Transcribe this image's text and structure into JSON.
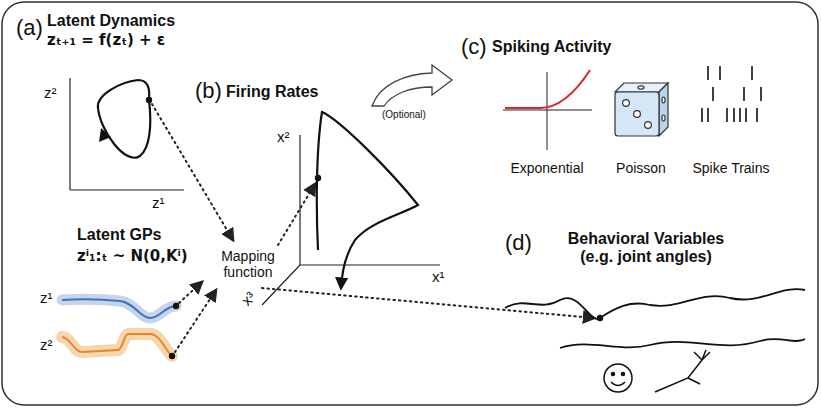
{
  "diagram": {
    "labels": [
      "(a)",
      "Latent Dynamics",
      "zₜ₊₁ = f(zₜ) + ε",
      "z²",
      "z¹",
      "Latent GPs",
      "zⁱ₁:ₜ ~ N(0,Kⁱ)",
      "z¹",
      "z²",
      "Mapping function",
      "(b)",
      "Firing Rates",
      "x²",
      "x³",
      "x¹",
      "(Optional)",
      "(c)",
      "Spiking Activity",
      "Exponential",
      "Poisson",
      "Spike Trains",
      "(d)",
      "Behavioral Variables (e.g. joint angles)"
    ]
  }
}
